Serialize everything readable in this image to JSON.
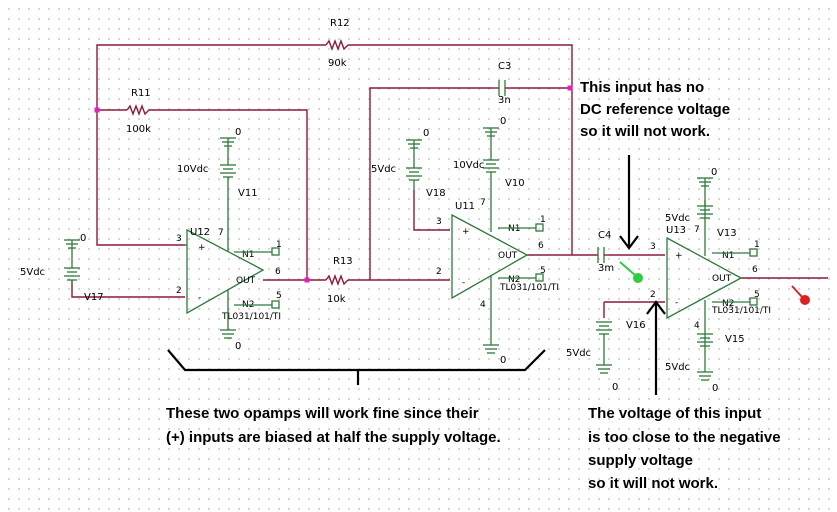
{
  "components": {
    "r12": {
      "ref": "R12",
      "value": "90k"
    },
    "r11": {
      "ref": "R11",
      "value": "100k"
    },
    "r13": {
      "ref": "R13",
      "value": "10k"
    },
    "c3": {
      "ref": "C3",
      "value": "3n"
    },
    "c4": {
      "ref": "C4",
      "value": "3m"
    },
    "v17": {
      "ref": "V17",
      "value": "5Vdc"
    },
    "v11": {
      "ref": "V11",
      "value": "10Vdc"
    },
    "v18": {
      "ref": "V18",
      "value": "5Vdc"
    },
    "v10": {
      "ref": "V10",
      "value": "10Vdc"
    },
    "v13": {
      "ref": "V13",
      "value": "5Vdc"
    },
    "v16": {
      "ref": "V16",
      "value": "5Vdc"
    },
    "v15": {
      "ref": "V15",
      "value": "5Vdc"
    },
    "u12": {
      "ref": "U12",
      "part": "TL031/101/TI"
    },
    "u11": {
      "ref": "U11",
      "part": "TL031/101/TI"
    },
    "u13": {
      "ref": "U13",
      "part": "TL031/101/TI"
    }
  },
  "pins": {
    "n_plus": "+",
    "n_minus": "-",
    "out": "OUT",
    "n1": "N1",
    "n2": "N2",
    "p1": "1",
    "p2": "2",
    "p3": "3",
    "p4": "4",
    "p5": "5",
    "p6": "6",
    "p7": "7",
    "ground": "0"
  },
  "notes": {
    "top_right": [
      "This input has no",
      "DC reference voltage",
      "so it will not work."
    ],
    "bottom_left": [
      "These two opamps will work fine since their",
      "(+) inputs are biased at half the supply voltage."
    ],
    "bottom_right": [
      "The voltage of this input",
      "is too close to the negative",
      "supply voltage",
      "so it will not work."
    ]
  },
  "colors": {
    "wire": "#8b1a3a",
    "component": "#2f7a3a",
    "marker_green": "#2ecc40",
    "marker_red": "#e02020",
    "node_dot": "#e020c0"
  }
}
